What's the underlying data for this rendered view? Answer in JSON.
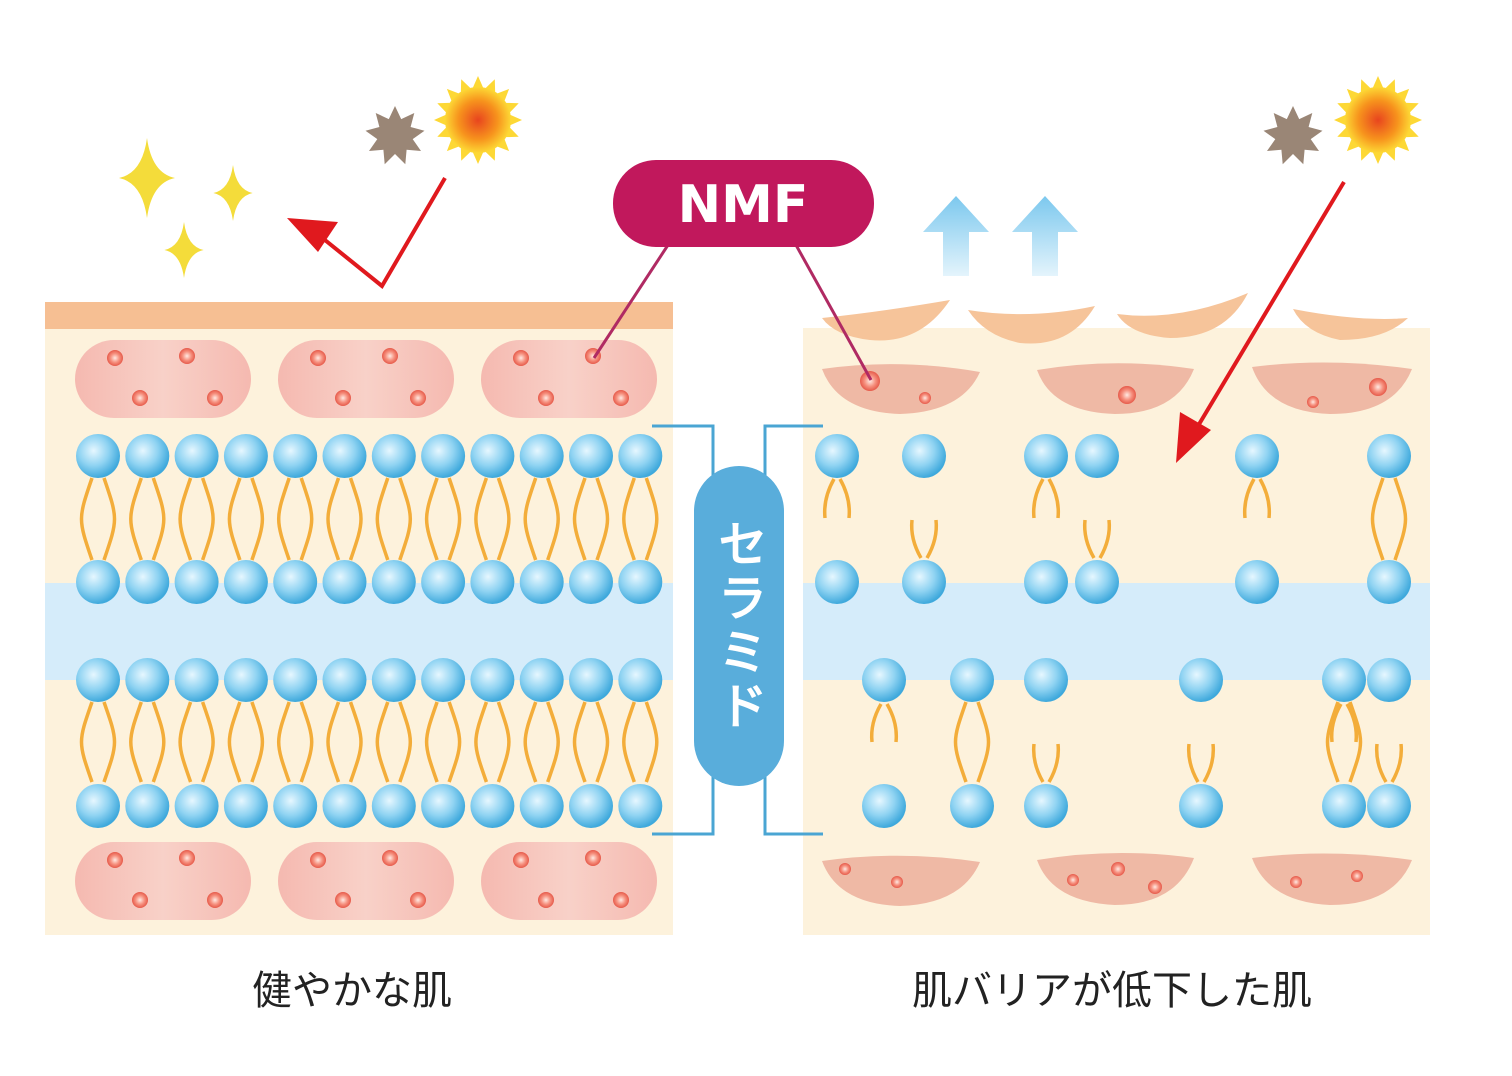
{
  "labels": {
    "nmf": "NMF",
    "ceramide": "セラミド",
    "healthy_skin": "健やかな肌",
    "damaged_skin": "肌バリアが低下した肌"
  },
  "colors": {
    "skin_base": "#fdf2dc",
    "stratum_top": "#f6bf93",
    "cell": "#f5c4bc",
    "damaged_cell": "#eeb8a4",
    "lipid_band": "#d5ecfa",
    "head_sphere": "#4fb8e2",
    "tail": "#f3ad3a",
    "nmf_dot": "#ee7363",
    "nmf_badge": "#c1185c",
    "ceramide_badge": "#59addb",
    "bracket": "#4aa5d3",
    "arrow_red": "#e0191e",
    "sparkle": "#f4dc3a",
    "water_arrow": "#8ed0f0"
  },
  "icons": [
    "sun-icon",
    "dust-particle-icon",
    "sparkle-icon",
    "moisture-arrow-icon"
  ]
}
